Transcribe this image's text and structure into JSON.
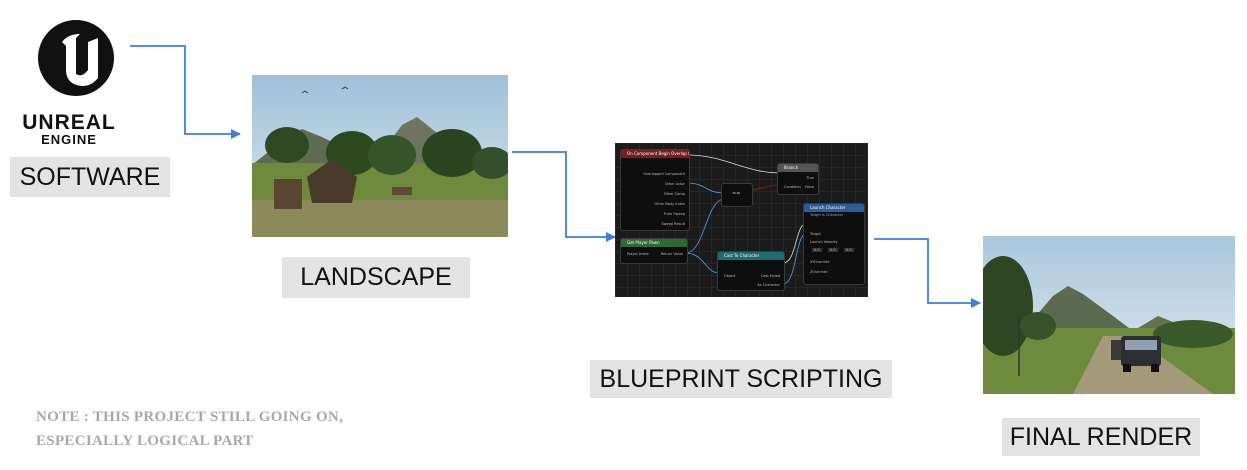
{
  "logo": {
    "line1": "UNREAL",
    "line2": "ENGINE",
    "icon": "unreal-engine-logo"
  },
  "stages": {
    "software": "SOFTWARE",
    "landscape": "LANDSCAPE",
    "blueprint": "BLUEPRINT SCRIPTING",
    "final": "FINAL RENDER"
  },
  "note": {
    "line1": "NOTE : THIS PROJECT STILL GOING ON,",
    "line2": "ESPECIALLY LOGICAL PART"
  },
  "blueprint_graph": {
    "overlap_node": "On Component Begin Overlap (Box)",
    "overlap_pins": [
      "Overlapped Component",
      "Other Actor",
      "Other Comp",
      "Other Body Index",
      "From Sweep",
      "Sweep Result"
    ],
    "branch_node": "Branch",
    "branch_pins": [
      "Condition",
      "True",
      "False"
    ],
    "equal_node": "==",
    "player_pawn_node": "Get Player Pawn",
    "player_pawn_pins": [
      "Player Index",
      "Return Value"
    ],
    "cast_node": "Cast To Character",
    "cast_pins": [
      "Object",
      "Cast Failed",
      "As Character"
    ],
    "launch_node": "Launch Character",
    "launch_subtitle": "Target is Character",
    "launch_pins": [
      "Target",
      "Launch Velocity",
      "XYOverride",
      "ZOverride"
    ],
    "launch_values": [
      "0.0",
      "0.0",
      "0.0"
    ]
  },
  "colors": {
    "arrow": "#3a7fd8",
    "label_bg": "#e3e3e3",
    "note": "#a8a8a8"
  }
}
